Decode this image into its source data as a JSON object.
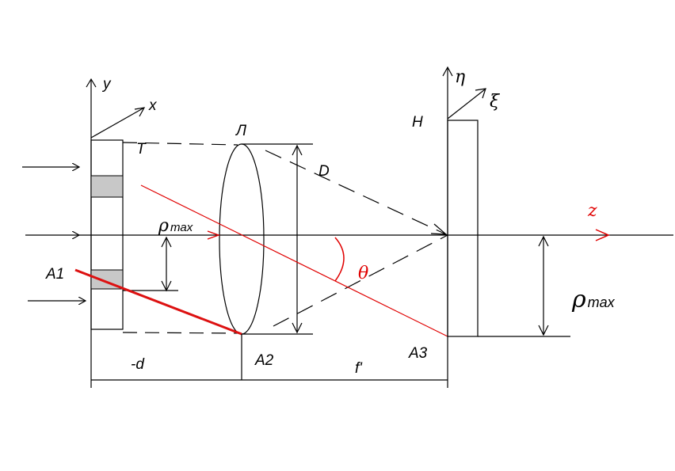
{
  "colors": {
    "ink": "#000000",
    "ray_red": "#e00000",
    "ray_bold": "#dd1111",
    "opaque_cell": "#c8c8c8"
  },
  "labels": {
    "axis_y": "y",
    "axis_x": "x",
    "transparency": "T",
    "lens": "Л",
    "aperture": "D",
    "screen": "H",
    "axis_z": "z",
    "eta": "η",
    "xi": "ξ",
    "theta": "θ",
    "rho": "ρ",
    "rho_sub": "max",
    "point_a1": "A1",
    "point_a2": "A2",
    "point_a3": "A3",
    "distance_d": "-d",
    "focal": "f'"
  }
}
